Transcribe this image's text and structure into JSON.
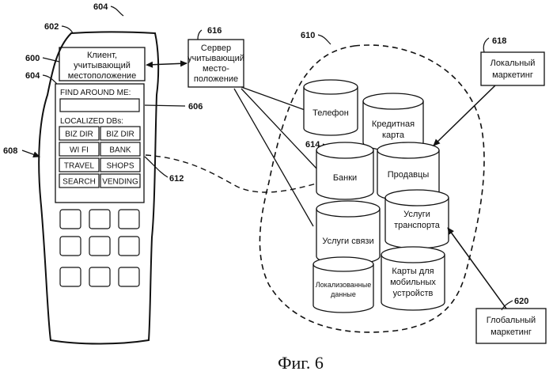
{
  "figure": {
    "caption": "Фиг. 6"
  },
  "refs": {
    "r604_top": "604",
    "r602": "602",
    "r600": "600",
    "r604_screen": "604",
    "r606": "606",
    "r608": "608",
    "r612": "612",
    "r616": "616",
    "r610": "610",
    "r618": "618",
    "r614": "614",
    "r620": "620"
  },
  "phone": {
    "client_box": [
      "Клиент,",
      "учитывающий",
      "местоположение"
    ],
    "find_label": "FIND AROUND ME:",
    "localized_label": "LOCALIZED DBs:",
    "buttons": [
      [
        "BIZ DIR",
        "BIZ DIR"
      ],
      [
        "WI FI",
        "BANK"
      ],
      [
        "TRAVEL",
        "SHOPS"
      ],
      [
        "SEARCH",
        "VENDING"
      ]
    ]
  },
  "server": {
    "lines": [
      "Сервер",
      "учитывающий",
      "место-",
      "положение"
    ]
  },
  "databases": {
    "telephone": [
      "Телефон"
    ],
    "credit_card": [
      "Кредитная",
      "карта"
    ],
    "banks": [
      "Банки"
    ],
    "sellers": [
      "Продавцы"
    ],
    "transport": [
      "Услуги",
      "транспорта"
    ],
    "comms": [
      "Услуги связи"
    ],
    "localized": [
      "Локализованные",
      "данные"
    ],
    "mobile_maps": [
      "Карты для",
      "мобильных",
      "устройств"
    ]
  },
  "local_marketing": [
    "Локальный",
    "маркетинг"
  ],
  "global_marketing": [
    "Глобальный",
    "маркетинг"
  ],
  "colors": {
    "ink": "#111111",
    "background": "#ffffff"
  }
}
